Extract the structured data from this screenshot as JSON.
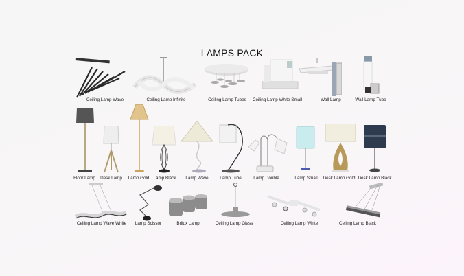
{
  "title": "LAMPS PACK",
  "rows": [
    {
      "items": [
        {
          "label": "Ceiling Lamp Wave",
          "icon": "ceiling-lamp-wave-icon"
        },
        {
          "label": "Ceiling Lamp Infinite",
          "icon": "ceiling-lamp-infinite-icon"
        },
        {
          "label": "Ceiling Lamp Tubes",
          "icon": "ceiling-lamp-tubes-icon"
        },
        {
          "label": "Ceiling Lamp White Small",
          "icon": "ceiling-lamp-white-small-icon"
        },
        {
          "label": "Wall Lamp",
          "icon": "wall-lamp-icon"
        },
        {
          "label": "Wall Lamp Tube",
          "icon": "wall-lamp-tube-icon"
        }
      ]
    },
    {
      "items": [
        {
          "label": "Floor Lamp",
          "icon": "floor-lamp-icon"
        },
        {
          "label": "Desk Lamp",
          "icon": "desk-lamp-icon"
        },
        {
          "label": "Lamp Gold",
          "icon": "lamp-gold-icon"
        },
        {
          "label": "Lamp Black",
          "icon": "lamp-black-icon"
        },
        {
          "label": "Lamp Wave",
          "icon": "lamp-wave-icon"
        },
        {
          "label": "Lamp Tube",
          "icon": "lamp-tube-icon"
        },
        {
          "label": "Lamp Double",
          "icon": "lamp-double-icon"
        },
        {
          "label": "Lamp Small",
          "icon": "lamp-small-icon"
        },
        {
          "label": "Desk Lamp Gold",
          "icon": "desk-lamp-gold-icon"
        },
        {
          "label": "Desk Lamp Black",
          "icon": "desk-lamp-black-icon"
        }
      ]
    },
    {
      "items": [
        {
          "label": "Ceiling Lamp Wave White",
          "icon": "ceiling-lamp-wave-white-icon"
        },
        {
          "label": "Lamp Scissor",
          "icon": "lamp-scissor-icon"
        },
        {
          "label": "Brilux Lamp",
          "icon": "brilux-lamp-icon"
        },
        {
          "label": "Ceiling Lamp Glass",
          "icon": "ceiling-lamp-glass-icon"
        },
        {
          "label": "Ceiling Lamp White",
          "icon": "ceiling-lamp-white-icon"
        },
        {
          "label": "Ceiling Lamp Black",
          "icon": "ceiling-lamp-black-icon"
        }
      ]
    }
  ]
}
